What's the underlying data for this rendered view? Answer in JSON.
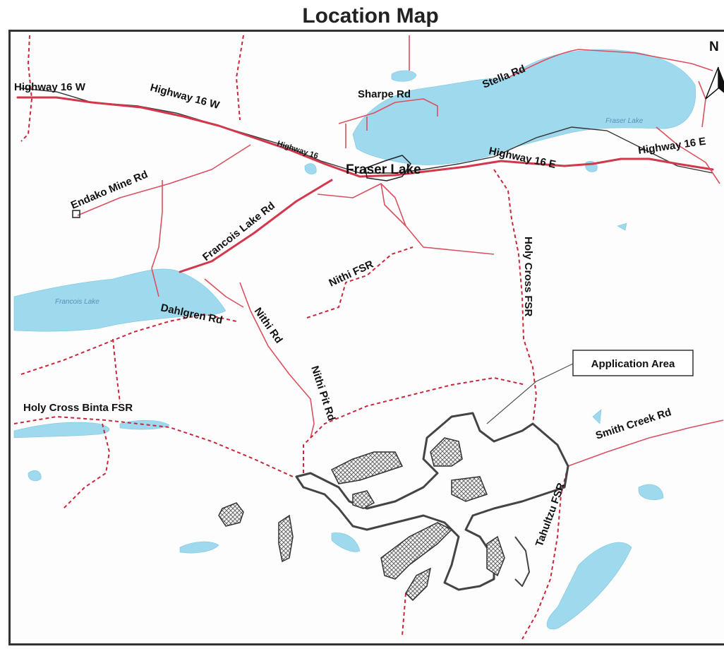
{
  "title": "Location Map",
  "north_letter": "N",
  "callout": "Application Area",
  "labels": {
    "hwy16w_a": "Highway 16 W",
    "hwy16w_b": "Highway 16 W",
    "hwy16": "Highway 16",
    "hwy16e_a": "Highway 16 E",
    "hwy16e_b": "Highway 16 E",
    "sharpe": "Sharpe Rd",
    "stella": "Stella Rd",
    "fraser_lake_town": "Fraser Lake",
    "fraser_lake_water": "Fraser Lake",
    "endako": "Endako Mine Rd",
    "francois_rd": "Francois Lake Rd",
    "francois_lake": "Francois Lake",
    "nithi_fsr": "Nithi FSR",
    "dahlgren": "Dahlgren Rd",
    "nithi_rd": "Nithi Rd",
    "nithi_pit": "Nithi Pit Rd",
    "holy_cross_fsr": "Holy Cross FSR",
    "holy_cross_binta": "Holy Cross Binta FSR",
    "smith_creek": "Smith Creek Rd",
    "tahultzu": "Tahultzu FSR"
  },
  "colors": {
    "highway": "#d2384b",
    "road": "#d9505f",
    "water": "#9fd9ee",
    "frame": "#333333"
  }
}
